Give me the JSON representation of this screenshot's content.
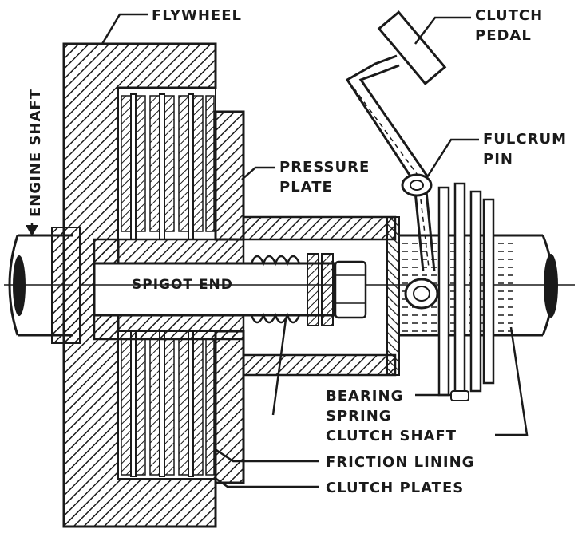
{
  "labels": {
    "flywheel": "FLYWHEEL",
    "clutch_pedal_line1": "CLUTCH",
    "clutch_pedal_line2": "PEDAL",
    "fulcrum_pin_line1": "FULCRUM",
    "fulcrum_pin_line2": "PIN",
    "pressure_plate_line1": "PRESSURE",
    "pressure_plate_line2": "PLATE",
    "engine_shaft": "ENGINE SHAFT",
    "spigot_end": "SPIGOT END",
    "bearing": "BEARING",
    "spring": "SPRING",
    "clutch_shaft": "CLUTCH SHAFT",
    "friction_lining": "FRICTION LINING",
    "clutch_plates": "CLUTCH PLATES"
  },
  "colors": {
    "ink": "#1a1a1a",
    "background": "#ffffff"
  }
}
